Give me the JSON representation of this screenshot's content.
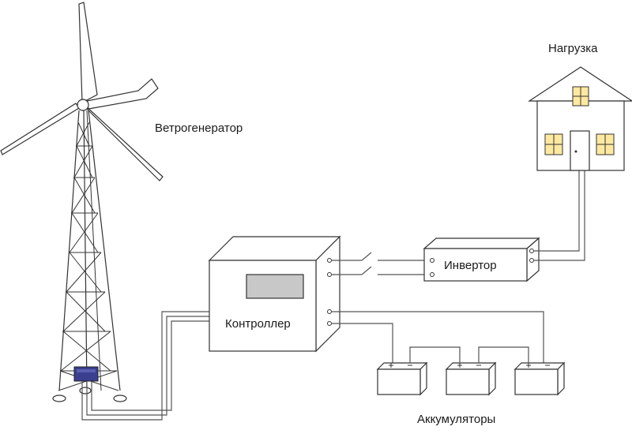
{
  "labels": {
    "wind_generator": "Ветрогенератор",
    "load": "Нагрузка",
    "inverter": "Инвертор",
    "controller": "Контроллер",
    "batteries": "Аккумуляторы"
  },
  "colors": {
    "line": "#333333",
    "window_fill": "#ffe9a0",
    "display_fill": "#c8c8c8",
    "generator_box": "#3a3f8f"
  }
}
